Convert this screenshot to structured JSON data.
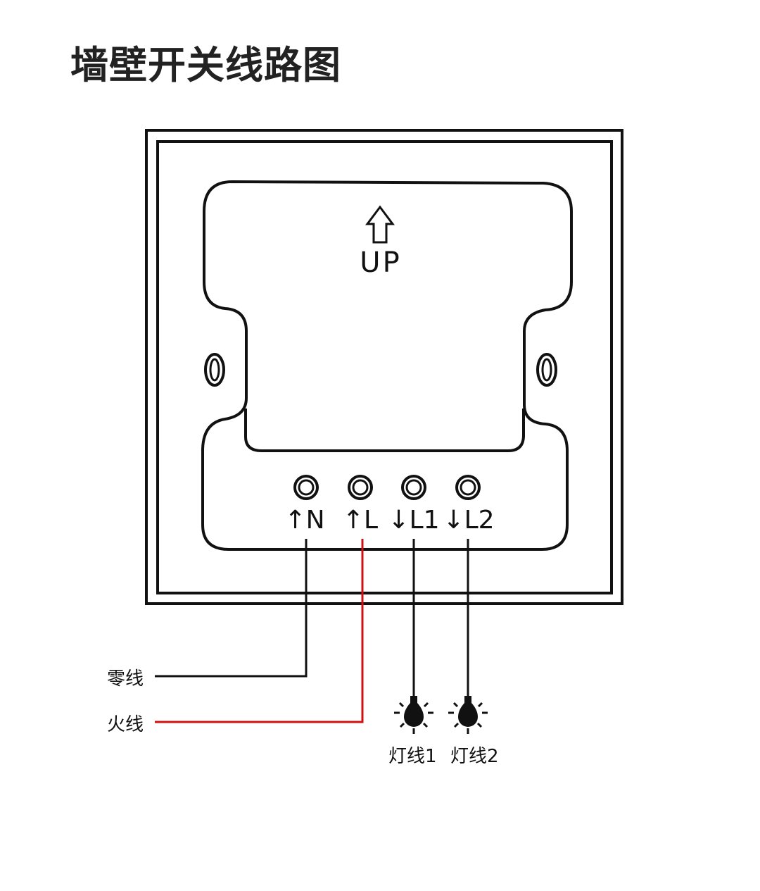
{
  "title": "墙壁开关线路图",
  "plate": {
    "up_label": "UP"
  },
  "terminals": [
    {
      "label": "↑N"
    },
    {
      "label": "↑L"
    },
    {
      "label": "↓L1"
    },
    {
      "label": "↓L2"
    }
  ],
  "wires": {
    "neutral_label": "零线",
    "live_label": "火线",
    "lamp1_label": "灯线1",
    "lamp2_label": "灯线2",
    "live_color": "#d01010",
    "neutral_color": "#111111"
  }
}
